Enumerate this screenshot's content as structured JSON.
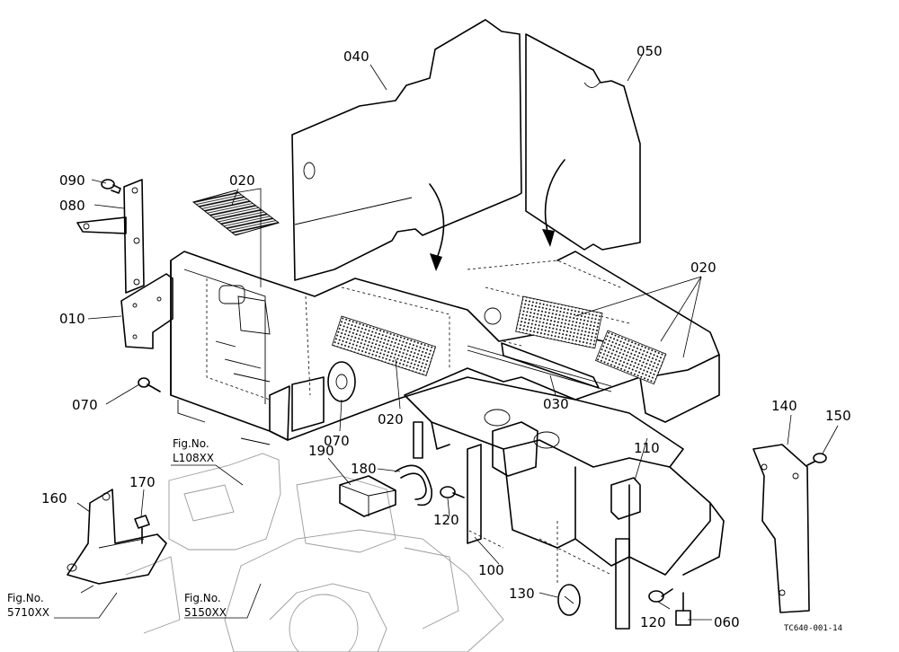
{
  "callouts": {
    "c010": "010",
    "c020_mat": "020",
    "c020_mid": "020",
    "c020_right": "020",
    "c030": "030",
    "c040": "040",
    "c050": "050",
    "c060": "060",
    "c070_left": "070",
    "c070_mid": "070",
    "c080": "080",
    "c090": "090",
    "c100": "100",
    "c110": "110",
    "c120_a": "120",
    "c120_b": "120",
    "c130": "130",
    "c140": "140",
    "c150": "150",
    "c160": "160",
    "c170": "170",
    "c180": "180",
    "c190": "190"
  },
  "figure_refs": {
    "ref1_line1": "Fig.No.",
    "ref1_line2": "L108XX",
    "ref2_line1": "Fig.No.",
    "ref2_line2": "5710XX",
    "ref3_line1": "Fig.No.",
    "ref3_line2": "5150XX"
  },
  "drawing_code": "TC640-001-14"
}
